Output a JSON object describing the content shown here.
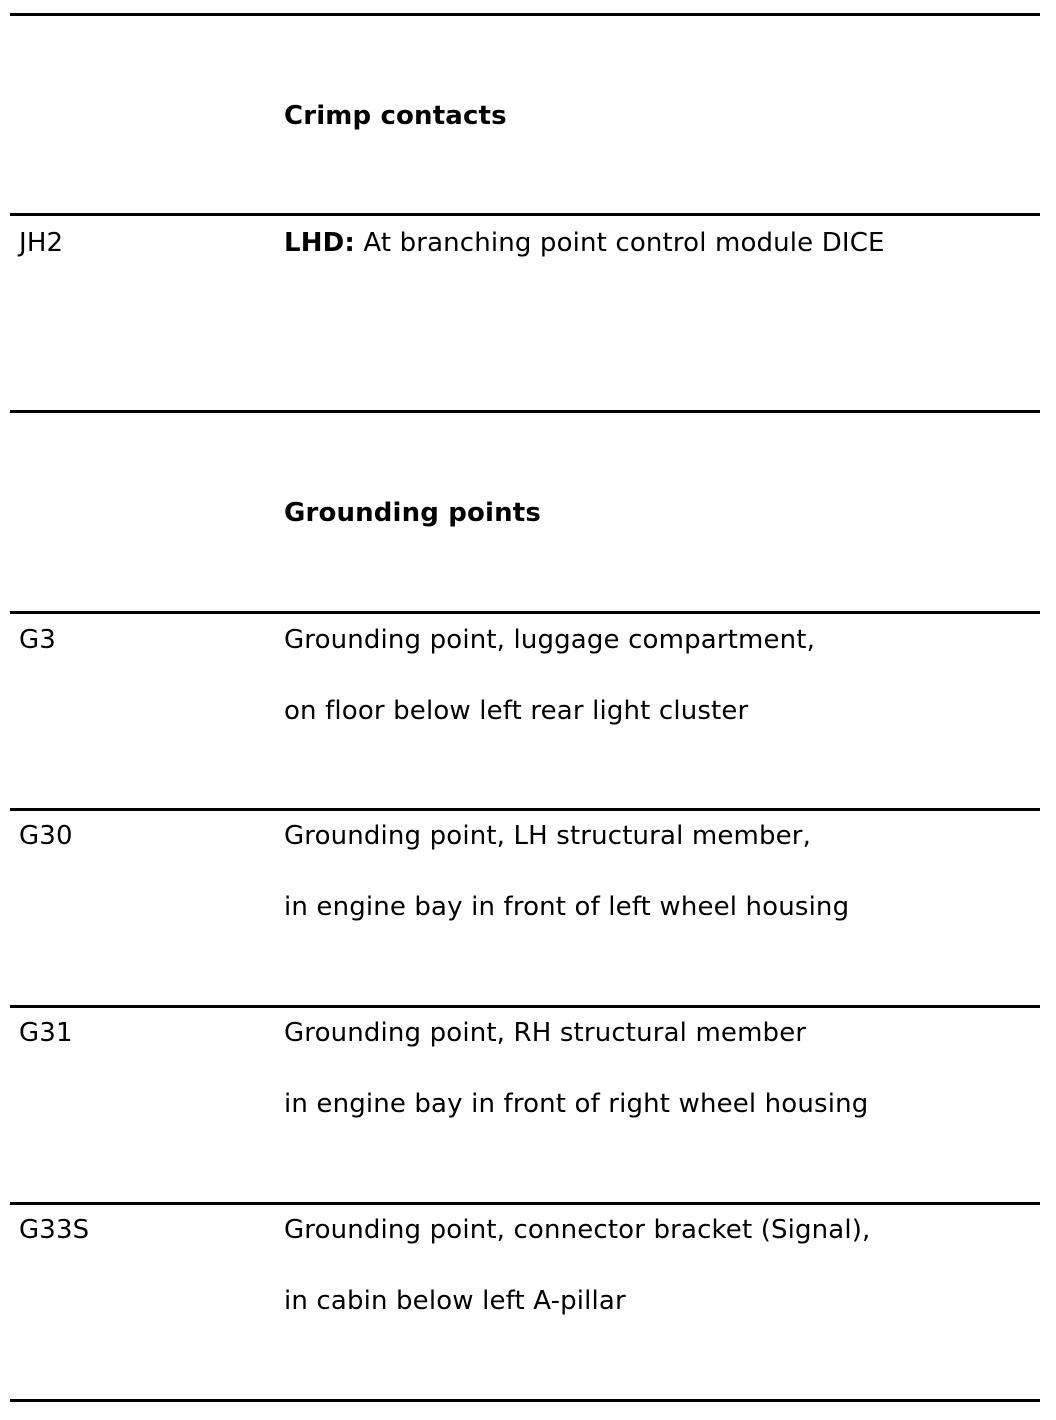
{
  "sections": {
    "crimp": {
      "heading": "Crimp contacts",
      "rows": [
        {
          "code": "JH2",
          "prefix": "LHD:",
          "text": " At branching point control module DICE"
        }
      ]
    },
    "grounding": {
      "heading": "Grounding points",
      "rows": [
        {
          "code": "G3",
          "line1": "Grounding point, luggage compartment,",
          "line2": "on floor below left rear light cluster"
        },
        {
          "code": "G30",
          "line1": "Grounding point, LH structural member,",
          "line2": "in engine bay in front of left wheel housing"
        },
        {
          "code": "G31",
          "line1": "Grounding point, RH structural member",
          "line2": "in engine bay in front of right wheel housing"
        },
        {
          "code": "G33S",
          "line1": "Grounding point, connector bracket (Signal),",
          "line2": "in cabin below left A-pillar"
        }
      ]
    }
  }
}
